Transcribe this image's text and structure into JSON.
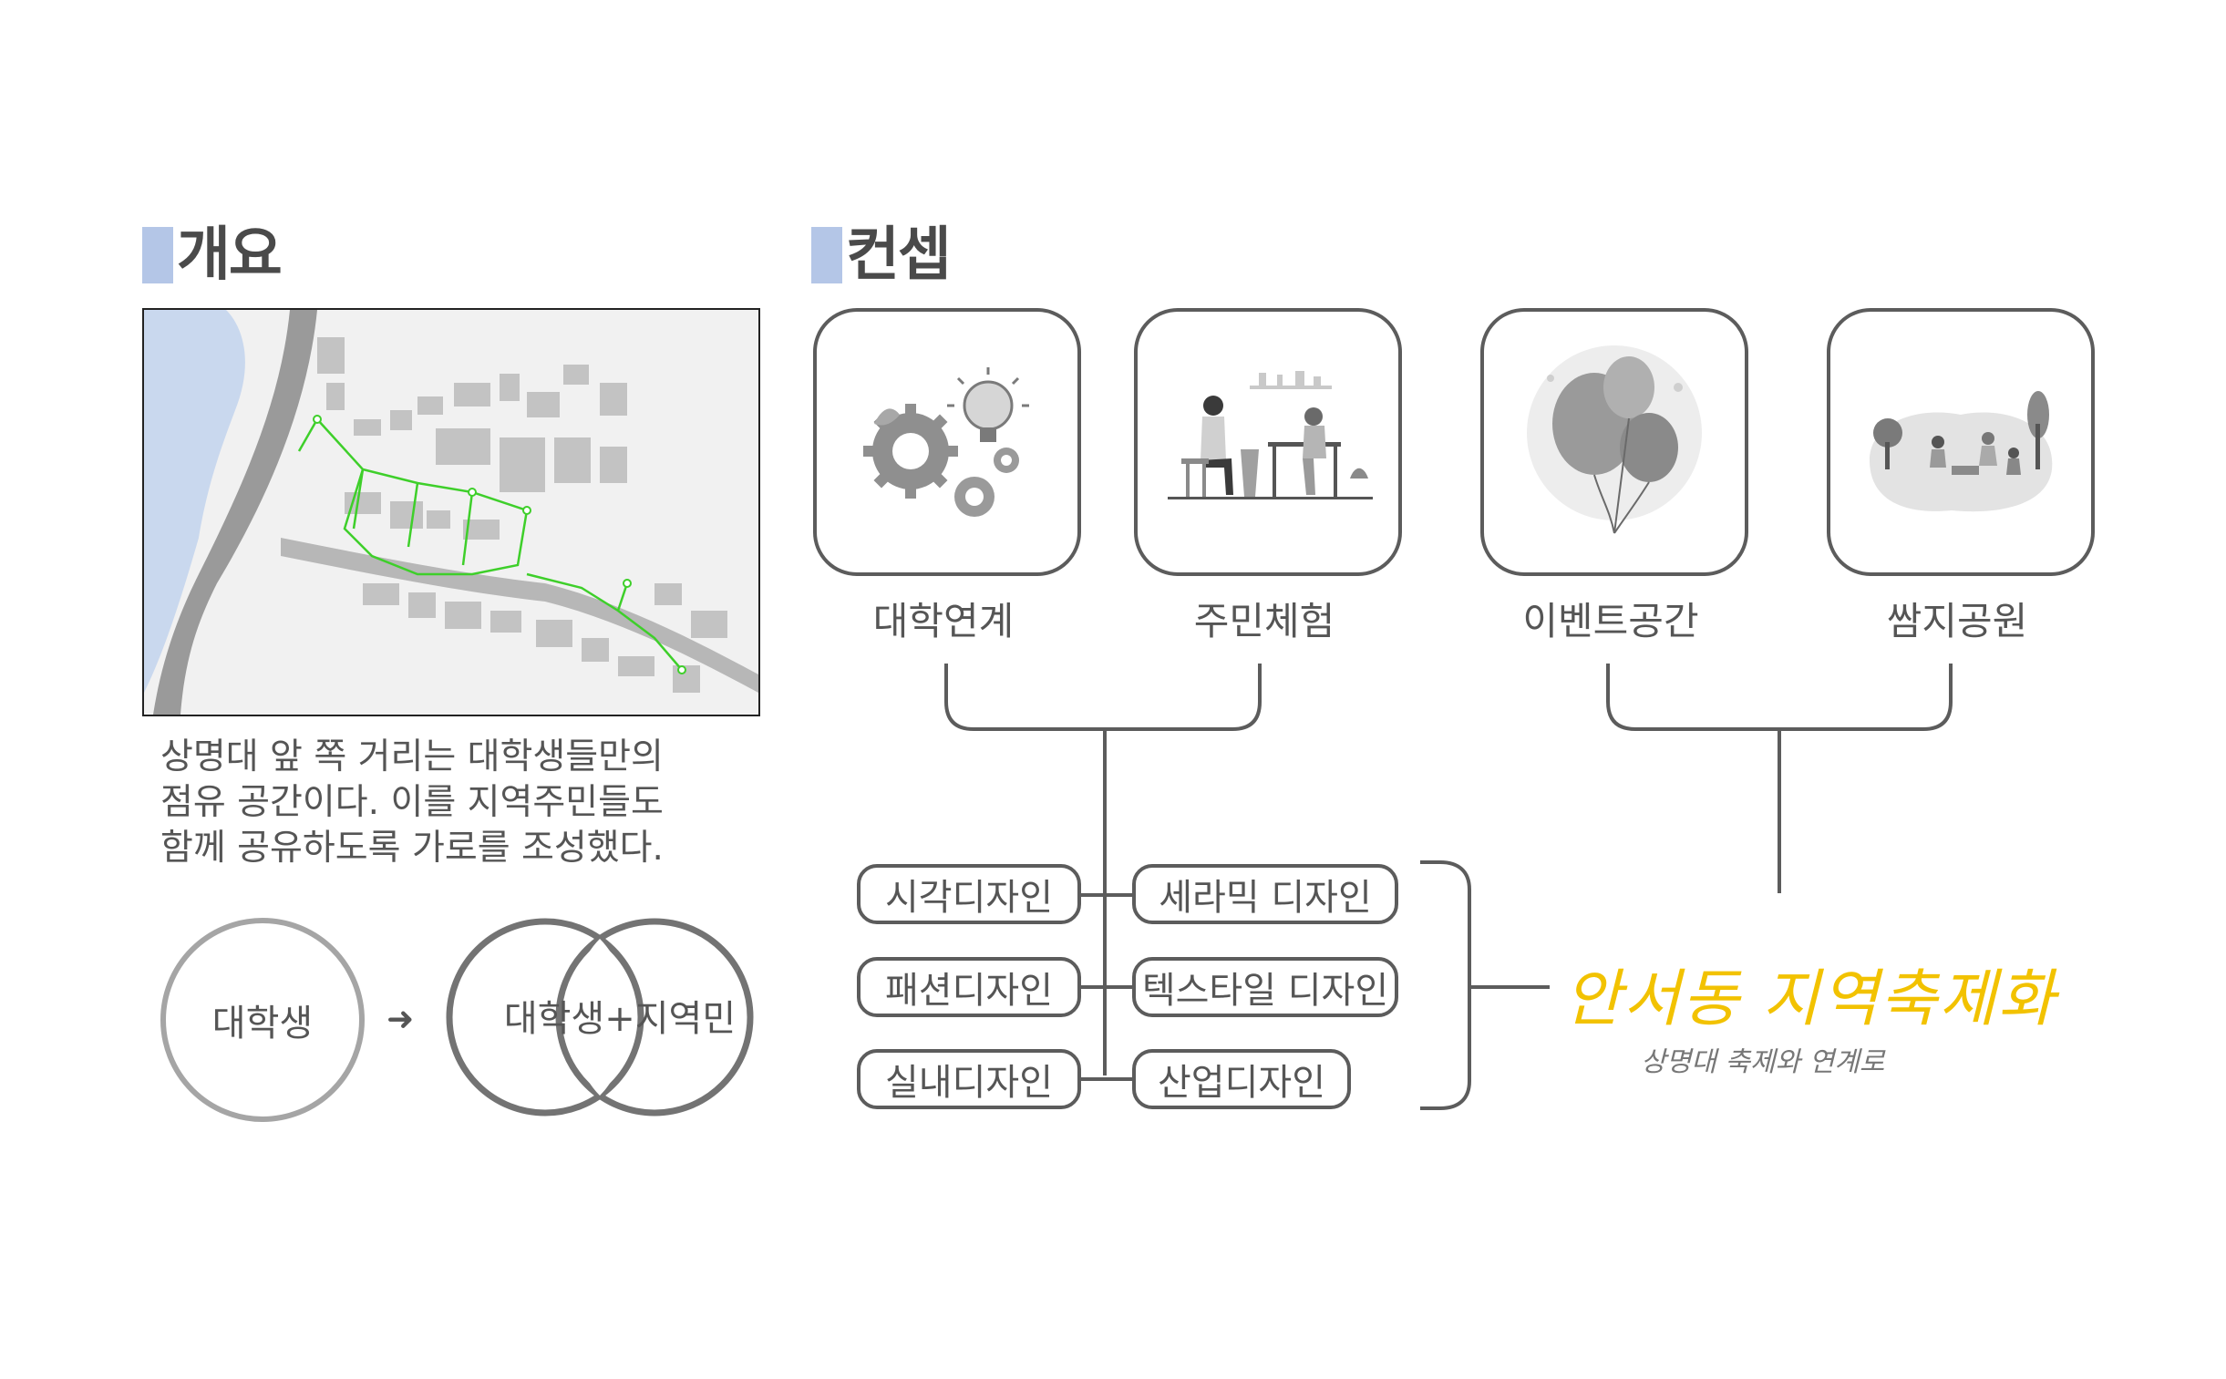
{
  "overview": {
    "heading": "개요",
    "description_lines": [
      "상명대 앞 쪽 거리는 대학생들만의",
      "점유 공간이다. 이를 지역주민들도",
      "함께 공유하도록 가로를 조성했다."
    ],
    "circle_left": "대학생",
    "arrow": "➜",
    "circle_right": "대학생+지역민"
  },
  "concept": {
    "heading": "컨셉",
    "cards": [
      {
        "label": "대학연계",
        "icon": "gears-lightbulb-icon"
      },
      {
        "label": "주민체험",
        "icon": "people-at-table-icon"
      },
      {
        "label": "이벤트공간",
        "icon": "balloons-icon"
      },
      {
        "label": "쌈지공원",
        "icon": "park-picnic-icon"
      }
    ],
    "pills_left": [
      "시각디자인",
      "패션디자인",
      "실내디자인"
    ],
    "pills_right": [
      "세라믹 디자인",
      "텍스타일 디자인",
      "산업디자인"
    ],
    "festival_title": "안서동 지역축제화",
    "festival_subtitle": "상명대 축제와 연계로"
  },
  "colors": {
    "heading_accent": "#b4c6e7",
    "festival": "#f2c200",
    "route_green": "#3ecf2a",
    "water": "#c9d8ee",
    "line": "#5c5c5c"
  }
}
